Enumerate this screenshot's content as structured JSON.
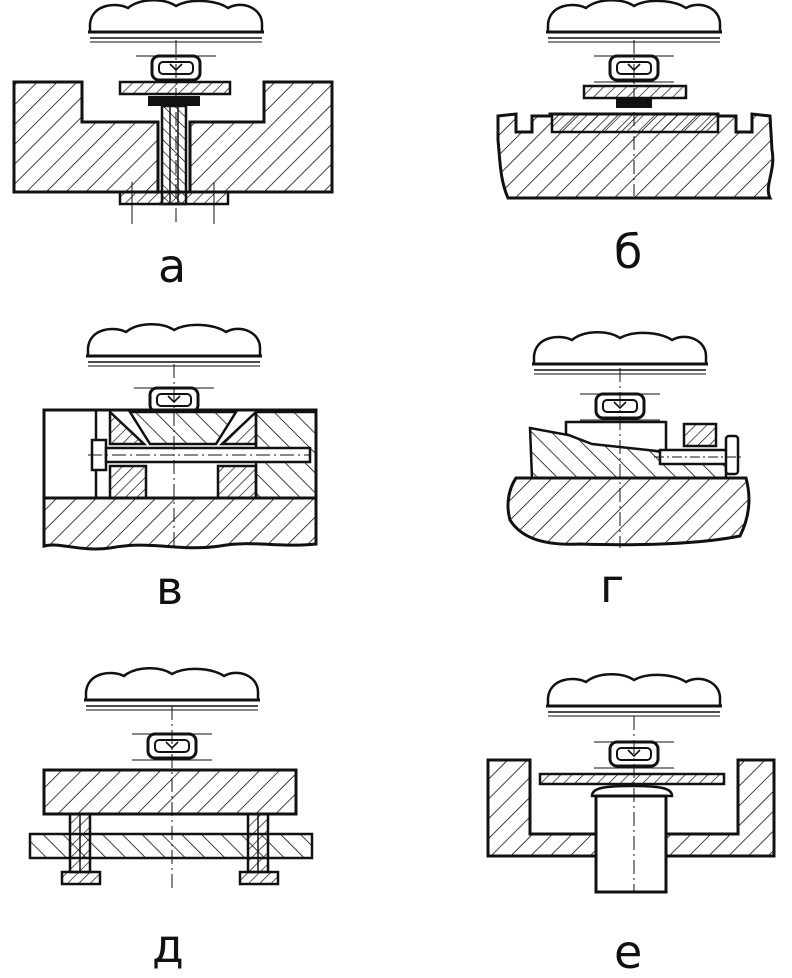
{
  "figures": [
    {
      "id": "a",
      "label": "а"
    },
    {
      "id": "b",
      "label": "б"
    },
    {
      "id": "v",
      "label": "в"
    },
    {
      "id": "g",
      "label": "г"
    },
    {
      "id": "d",
      "label": "д"
    },
    {
      "id": "e",
      "label": "е"
    }
  ],
  "colors": {
    "ink": "#111111",
    "paper": "#ffffff"
  }
}
